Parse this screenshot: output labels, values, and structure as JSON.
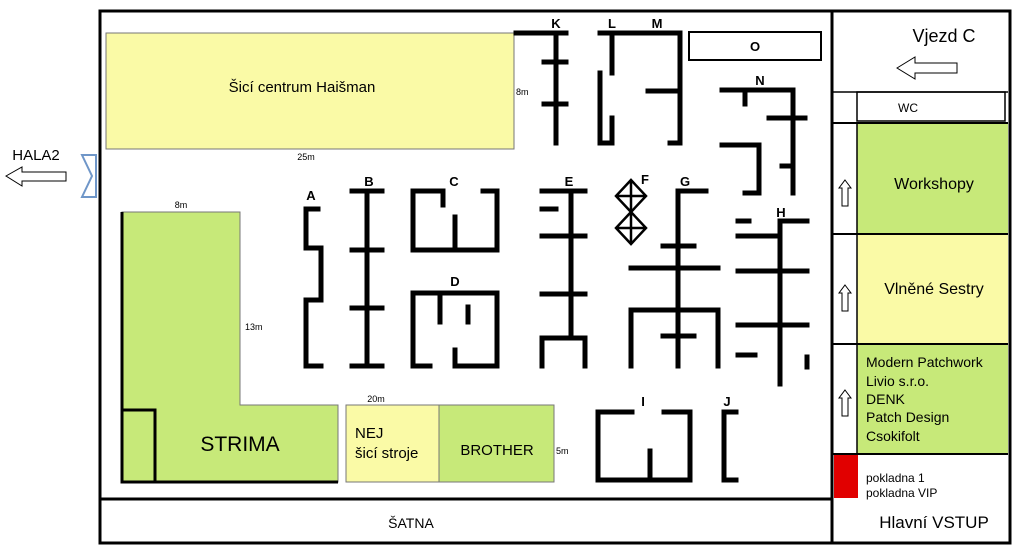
{
  "colors": {
    "green": "#c7e979",
    "yellow": "#fafaa6",
    "red": "#e10000",
    "door": "#6f96c8"
  },
  "areas": {
    "haisman": "Šicí centrum Haišman",
    "strima": "STRIMA",
    "nej_line1": "NEJ",
    "nej_line2": "šicí stroje",
    "brother": "BROTHER",
    "satna": "ŠATNA",
    "hala2": "HALA2"
  },
  "dims": {
    "haisman_h": "8m",
    "haisman_w": "25m",
    "strima_top": "8m",
    "strima_side": "13m",
    "strima_bottom": "20m",
    "brother_h": "5m"
  },
  "stands": [
    "A",
    "B",
    "C",
    "D",
    "E",
    "F",
    "G",
    "H",
    "I",
    "J",
    "K",
    "L",
    "M",
    "N",
    "O"
  ],
  "right_panel": {
    "vjezd": "Vjezd C",
    "wc": "WC",
    "workshopy": "Workshopy",
    "vlnene": "Vlněné Sestry",
    "exhibitors": [
      "Modern Patchwork",
      "Livio s.r.o.",
      "DENK",
      "Patch Design",
      "Csokifolt"
    ],
    "pokladna1": "pokladna 1",
    "pokladna_vip": "pokladna VIP",
    "hlavni_vstup": "Hlavní VSTUP"
  }
}
